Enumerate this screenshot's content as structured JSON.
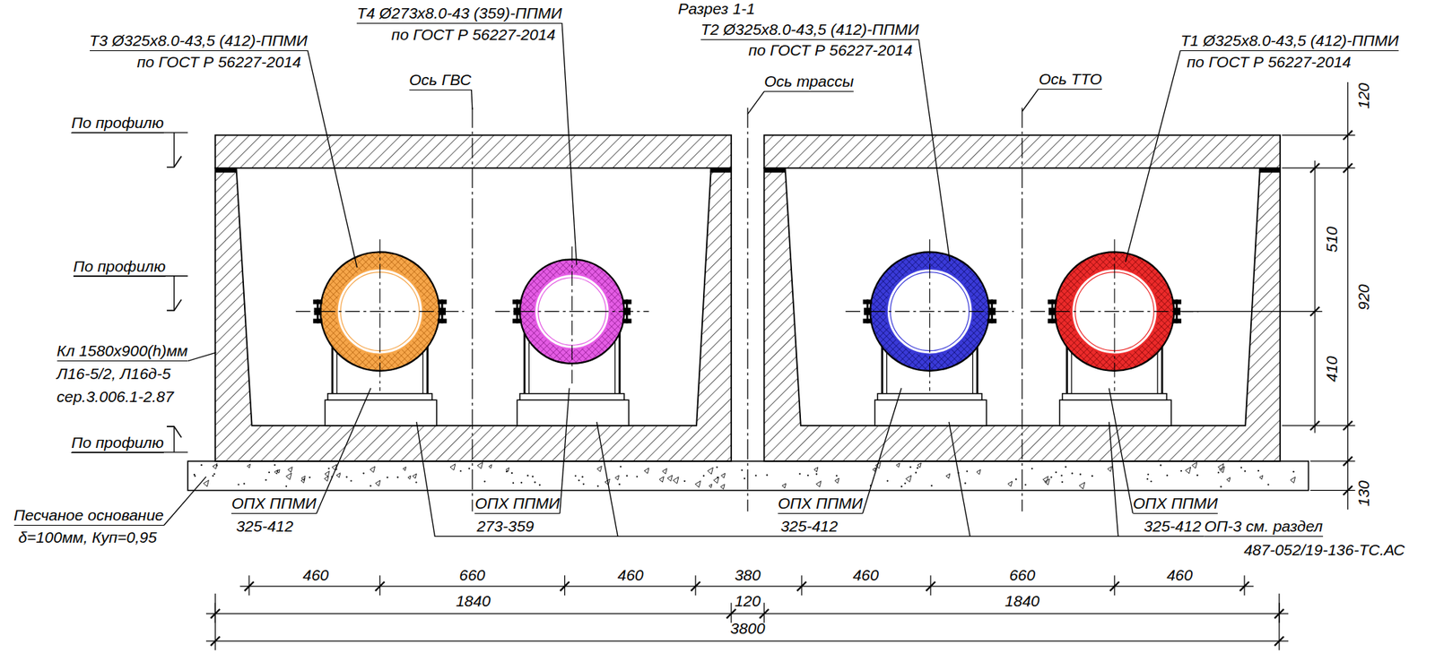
{
  "diagram": {
    "title": "Разрез 1-1",
    "labels": [
      "Т4 Ø273х8.0-43 (359)-ППМИ",
      "по ГОСТ Р 56227-2014",
      "Т3 Ø325х8.0-43,5 (412)-ППМИ",
      "по ГОСТ Р 56227-2014",
      "Т2 Ø325х8.0-43,5 (412)-ППМИ",
      "по ГОСТ Р 56227-2014",
      "Т1 Ø325х8.0-43,5 (412)-ППМИ",
      "по ГОСТ Р 56227-2014",
      "Ось ГВС",
      "Ось трассы",
      "Ось ТТО",
      "По профилю",
      "По профилю",
      "Кл 1580х900(h)мм",
      "Л16-5/2, Л16д-5",
      "сер.3.006.1-2.87",
      "По профилю",
      "Песчаное основание",
      "δ=100мм, Куп=0,95",
      "ОПХ ППМИ",
      "325-412",
      "ОПХ ППМИ",
      "273-359",
      "ОПХ ППМИ",
      "325-412",
      "ОПХ ППМИ",
      "325-412",
      "ОП-3 см. раздел",
      "487-052/19-136-ТС.АС",
      "120",
      "510",
      "920",
      "410",
      "130",
      "460",
      "660",
      "460",
      "380",
      "460",
      "660",
      "460",
      "1840",
      "120",
      "1840",
      "3800"
    ]
  }
}
